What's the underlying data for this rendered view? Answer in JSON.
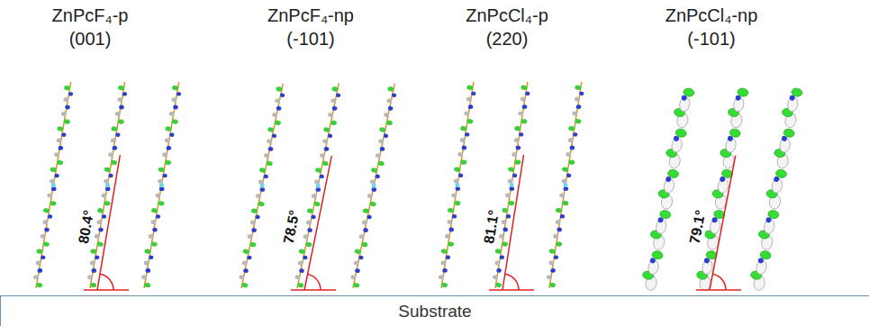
{
  "diagram": {
    "nodes": [
      {
        "text": [
          "Substrate"
        ]
      }
    ],
    "labels": [
      "ZnPcF₄-p",
      "(001)",
      "ZnPcF₄-np",
      "(-101)",
      "ZnPcCl₄-p",
      "(220)",
      "ZnPcCl₄-np",
      "(-101)",
      "80.4°",
      "78.5°",
      "81.1°",
      "79.1°"
    ]
  }
}
